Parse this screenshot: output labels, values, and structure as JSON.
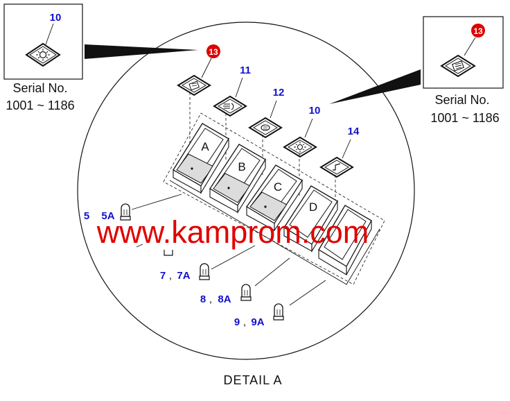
{
  "inset_left": {
    "callout": "10",
    "serial_label": "Serial No.",
    "serial_range": "1001 ~ 1186"
  },
  "inset_right": {
    "callout": "13",
    "serial_label": "Serial No.",
    "serial_range": "1001 ~ 1186"
  },
  "callouts": {
    "c13": "13",
    "c11": "11",
    "c12": "12",
    "c10": "10",
    "c14": "14"
  },
  "switches": [
    "A",
    "B",
    "C",
    "D"
  ],
  "bulbs": {
    "b5": "5",
    "b5a": "5A",
    "b7": "7",
    "b7a": "7A",
    "b8": "8",
    "b8a": "8A",
    "b9": "9",
    "b9a": "9A",
    "sep": ","
  },
  "caption": "DETAIL  A",
  "watermark": "www.kamprom.com",
  "colors": {
    "callout_blue": "#1111cc",
    "badge_red": "#dd0000",
    "watermark_red": "#e00000",
    "line": "#111111"
  },
  "icons": {
    "lamp_symbol": "sun-lamp-icon",
    "wiper_symbol": "wiper-icon",
    "headlight_symbol": "headlight-icon",
    "rotary_light_symbol": "rotary-light-icon",
    "horn_symbol": "horn-icon"
  }
}
